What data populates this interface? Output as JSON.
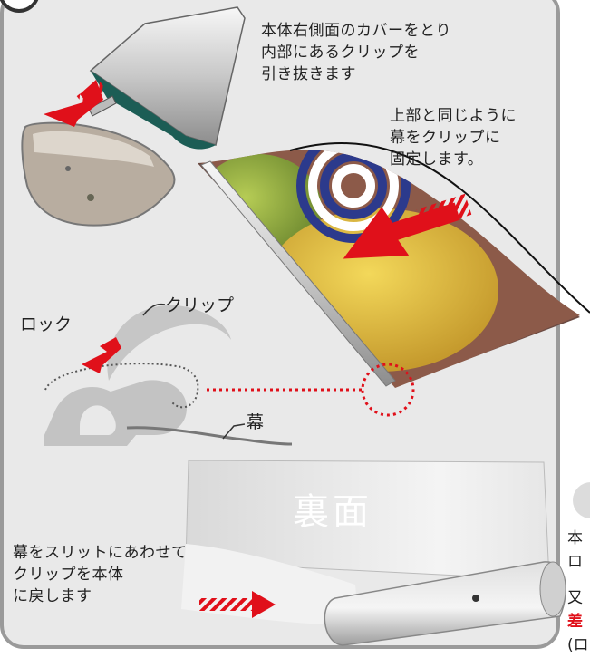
{
  "instructions": {
    "remove_clip": [
      "本体右側面のカバーをとり",
      "内部にあるクリップを",
      "引き抜きます"
    ],
    "fix_banner": [
      "上部と同じように",
      "幕をクリップに",
      "固定します。"
    ],
    "insert_banner": [
      "幕をスリットにあわせて",
      "クリップを本体",
      "に戻します"
    ]
  },
  "labels": {
    "lock": "ロック",
    "clip": "クリップ",
    "banner": "幕",
    "back_side": "裏面"
  },
  "right_column": {
    "line1": "本",
    "line2": "ロ",
    "line3": "又",
    "line4_red": "差",
    "line5": "(ロ"
  },
  "colors": {
    "arrow_red": "#e0101a",
    "panel_bg": "#e9e9e9",
    "panel_border": "#9a9a9a"
  }
}
